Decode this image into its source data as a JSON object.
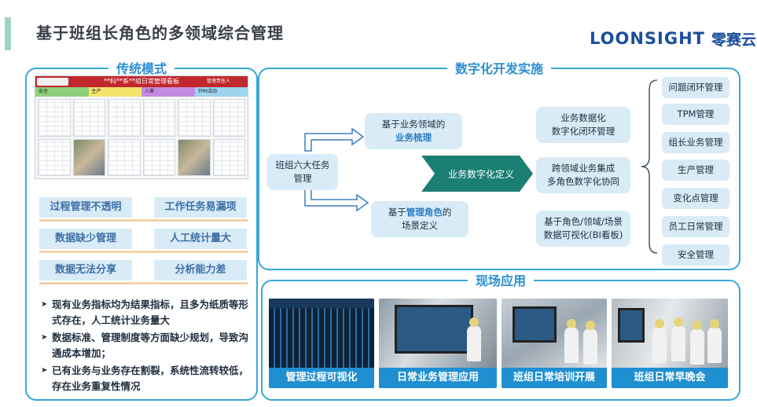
{
  "header": {
    "title": "基于班组长角色的多领域综合管理",
    "logo_en": "LOONSIGHT",
    "logo_cn": "零赛云"
  },
  "traditional": {
    "title": "传统模式",
    "kanban": {
      "title": "**科**系**组日常管理看板",
      "subtitle": "管理责任人",
      "tabs": [
        "安全",
        "生产",
        "人事",
        "TPM活动"
      ]
    },
    "issues": [
      [
        "过程管理不透明",
        "工作任务易漏项"
      ],
      [
        "数据缺少管理",
        "人工统计量大"
      ],
      [
        "数据无法分享",
        "分析能力差"
      ]
    ],
    "bullets": [
      "现有业务指标均为结果指标，且多为纸质等形式存在，人工统计业务量大",
      "数据标准、管理制度等方面缺少规划，导致沟通成本增加；",
      "已有业务与业务存在割裂，系统性流转较低，存在业务重复性情况"
    ]
  },
  "digital": {
    "title": "数字化开发实施",
    "start": [
      "班组六大任务",
      "管理"
    ],
    "box1": {
      "pre": "基于业务领域的",
      "hl": "业务梳理"
    },
    "box2": {
      "pre": "基于",
      "hl": "管理角色",
      "post": "的",
      "line2": "场景定义"
    },
    "center": "业务数字化定义",
    "mid": [
      [
        "业务数据化",
        "数字化闭环管理"
      ],
      [
        "跨领域业务集成",
        "多角色数字化协同"
      ],
      [
        "基于角色/领域/场景",
        "数据可视化(BI看板)"
      ]
    ],
    "items": [
      "问题闭环管理",
      "TPM管理",
      "组长业务管理",
      "生产管理",
      "变化点管理",
      "员工日常管理",
      "安全管理"
    ]
  },
  "field": {
    "title": "现场应用",
    "photos": [
      "管理过程可视化",
      "日常业务管理应用",
      "班组日常培训开展",
      "班组日常早晚会"
    ]
  }
}
